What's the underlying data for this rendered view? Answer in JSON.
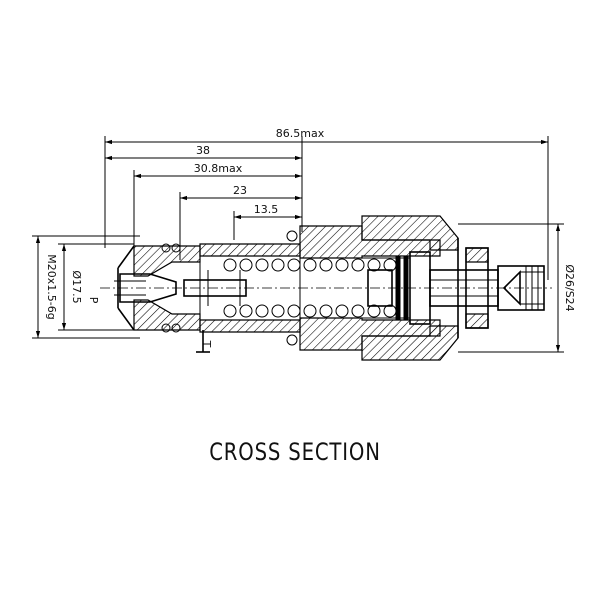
{
  "dimensions": {
    "overall": "86.5max",
    "d38": "38",
    "d30_8": "30.8max",
    "d23": "23",
    "d13_5": "13.5",
    "thread": "M20x1.5-6g",
    "bore": "Ø17.5",
    "hex": "Ø26/S24"
  },
  "ports": {
    "p": "P",
    "t": "T"
  },
  "caption": "CROSS SECTION"
}
